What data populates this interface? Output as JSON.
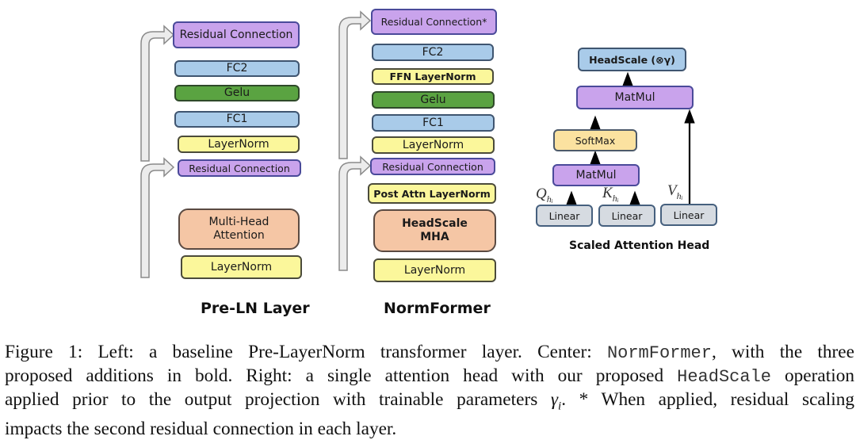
{
  "figure": {
    "pre_ln": {
      "title": "Pre-LN Layer",
      "blocks": [
        {
          "label": "Residual Connection",
          "color": "purple"
        },
        {
          "label": "FC2",
          "color": "blue"
        },
        {
          "label": "Gelu",
          "color": "green"
        },
        {
          "label": "FC1",
          "color": "blue"
        },
        {
          "label": "LayerNorm",
          "color": "yellow"
        },
        {
          "label": "Residual Connection",
          "color": "purple"
        },
        {
          "label": "Multi-Head Attention",
          "color": "orange"
        },
        {
          "label": "LayerNorm",
          "color": "yellow"
        }
      ]
    },
    "normformer": {
      "title": "NormFormer",
      "blocks": [
        {
          "label": "Residual Connection*",
          "color": "purple"
        },
        {
          "label": "FC2",
          "color": "blue"
        },
        {
          "label": "FFN LayerNorm",
          "color": "yellow",
          "bold": true
        },
        {
          "label": "Gelu",
          "color": "green"
        },
        {
          "label": "FC1",
          "color": "blue"
        },
        {
          "label": "LayerNorm",
          "color": "yellow"
        },
        {
          "label": "Residual Connection",
          "color": "purple"
        },
        {
          "label": "Post Attn LayerNorm",
          "color": "yellow",
          "bold": true
        },
        {
          "label": "HeadScale MHA",
          "color": "orange",
          "bold": true
        },
        {
          "label": "LayerNorm",
          "color": "yellow"
        }
      ]
    },
    "attention_head": {
      "title": "Scaled Attention Head",
      "headscale": "HeadScale (⊗γ)",
      "matmul_top": "MatMul",
      "softmax": "SoftMax",
      "matmul_bottom": "MatMul",
      "linear_q": "Linear",
      "linear_k": "Linear",
      "linear_v": "Linear",
      "q_label": "Q",
      "k_label": "K",
      "v_label": "V",
      "subscript": "hᵢ"
    },
    "colors": {
      "purple": "#c9a3ec",
      "blue": "#a9cbe9",
      "green": "#5aa341",
      "yellow": "#fbf79b",
      "orange": "#f5c6a5",
      "grey": "#d6dbe1",
      "softmax": "#fbe2a0"
    }
  },
  "caption": {
    "line1_a": "Figure 1: Left: a baseline Pre-LayerNorm transformer layer. Center: ",
    "line1_mono": "NormFormer",
    "line1_b": ", with the three",
    "line2_a": "proposed additions in bold. Right: a single attention head with our proposed ",
    "line2_mono": "HeadScale",
    "line2_b": " operation",
    "line3_a": "applied prior to the output projection with trainable parameters ",
    "line3_math": "γ",
    "line3_sub": "i",
    "line3_b": ". * When applied, residual scaling",
    "line4": "impacts the second residual connection in each layer."
  }
}
